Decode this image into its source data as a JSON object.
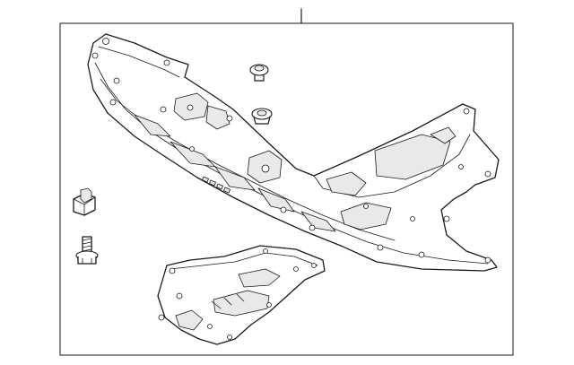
{
  "diagram": {
    "type": "exploded-parts-diagram",
    "parts": [
      {
        "id": "under-cover-main",
        "icon": "engine-under-cover"
      },
      {
        "id": "under-cover-small",
        "icon": "splash-shield"
      },
      {
        "id": "push-pin-clip",
        "icon": "push-pin-clip"
      },
      {
        "id": "grommet",
        "icon": "grommet"
      },
      {
        "id": "u-nut",
        "icon": "u-nut-clip"
      },
      {
        "id": "flange-bolt",
        "icon": "flange-bolt"
      }
    ],
    "colors": {
      "line": "#1a1a1a",
      "background": "#ffffff",
      "shade": "#e9e9e9"
    }
  }
}
